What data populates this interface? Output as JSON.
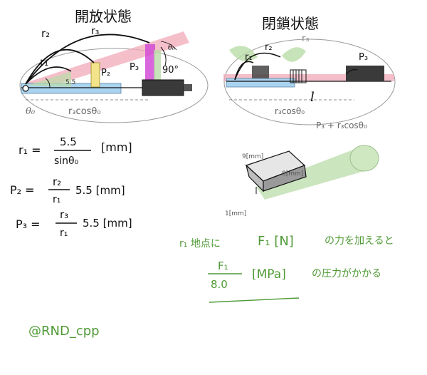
{
  "headings": {
    "open_state": "開放状態",
    "closed_state": "閉鎖状態"
  },
  "labels": {
    "r1": "r₁",
    "r2": "r₂",
    "r3": "r₃",
    "p2": "P₂",
    "p3": "P₃",
    "theta0": "θ₀",
    "small_theta": "θ₀",
    "angle_90": "90°",
    "dim_5_5": "5.5",
    "r3cos": "r₃cosθ₀",
    "closed_r1": "r₁",
    "closed_r2": "r₂",
    "closed_r3": "r₃",
    "closed_p3": "P₃",
    "closed_l": "l",
    "closed_r3cos": "r₃cosθ₀",
    "closed_sum": "P₃ + r₃cosθ₀"
  },
  "equations": {
    "eq1_lhs": "r₁ =",
    "eq1_num": "5.5",
    "eq1_den": "sinθ₀",
    "eq1_unit": "[mm]",
    "eq2_lhs": "P₂ =",
    "eq2_num": "r₂",
    "eq2_den": "r₁",
    "eq2_rest": "5.5  [mm]",
    "eq3_lhs": "P₃ =",
    "eq3_num": "r₃",
    "eq3_den": "r₁",
    "eq3_rest": "5.5 [mm]"
  },
  "block": {
    "top_dim": "9[mm]",
    "face_dim": "8[mm]",
    "bottom_dim": "1[mm]"
  },
  "green_notes": {
    "line1_a": "r₁ 地点に",
    "line1_b": "F₁ [N]",
    "line1_c": "の力を加えると",
    "frac_num": "F₁",
    "frac_den": "8.0",
    "frac_unit": "[MPa]",
    "line2_tail": "の圧力がかかる"
  },
  "signature": "@RND_cpp",
  "colors": {
    "ink": "#111111",
    "pink": "#f2a9b8",
    "blue": "#a9d3ef",
    "yellow": "#f3e48a",
    "magenta": "#d24bd6",
    "green_fill": "#b9dca8",
    "green_ink": "#4f9a36",
    "gray": "#8a8a8a"
  }
}
